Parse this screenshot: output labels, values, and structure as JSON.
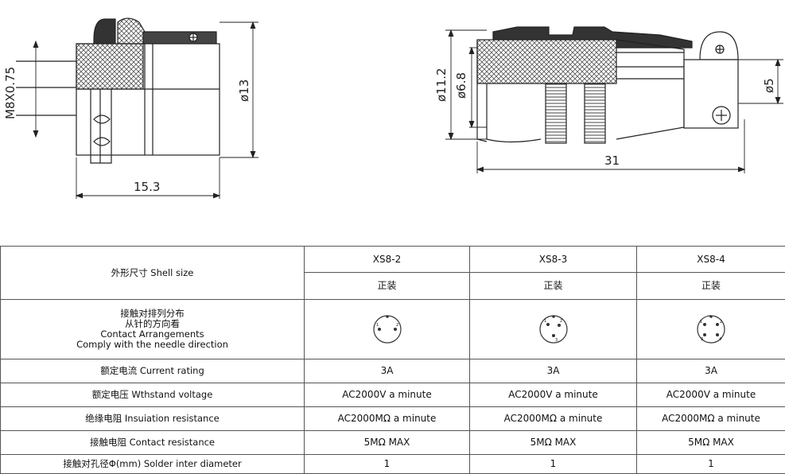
{
  "drawing_left": {
    "thread_label": "M8X0.75",
    "diameter_label": "ø13",
    "length_label": "15.3"
  },
  "drawing_right": {
    "outer_diameter_label": "ø11.2",
    "inner_diameter_label": "ø6.8",
    "cable_diameter_label": "ø5",
    "length_label": "31"
  },
  "table": {
    "shell_size_label": "外形尺寸 Shell size",
    "models": [
      "XS8-2",
      "XS8-3",
      "XS8-4"
    ],
    "mounting": [
      "正装",
      "正装",
      "正装"
    ],
    "arrangement_label_lines": [
      "接触对排列分布",
      "从针的方向看",
      "Contact Arrangements",
      "Comply with the needle direction"
    ],
    "arrangements": [
      {
        "pins": [
          "1",
          "2"
        ]
      },
      {
        "pins": [
          "1",
          "2",
          "3"
        ]
      },
      {
        "pins": [
          "1",
          "2",
          "3",
          "4"
        ]
      }
    ],
    "rows": [
      {
        "label": "额定电流  Current rating",
        "values": [
          "3A",
          "3A",
          "3A"
        ]
      },
      {
        "label": "额定电压  Wthstand voltage",
        "values": [
          "AC2000V a minute",
          "AC2000V a minute",
          "AC2000V a minute"
        ]
      },
      {
        "label": "绝缘电阻  Insuiation resistance",
        "values": [
          "AC2000MΩ  a minute",
          "AC2000MΩ  a minute",
          "AC2000MΩ  a minute"
        ]
      },
      {
        "label": "接触电阻  Contact resistance",
        "values": [
          "5MΩ  MAX",
          "5MΩ  MAX",
          "5MΩ  MAX"
        ]
      },
      {
        "label": "接触对孔径Φ(mm)   Solder inter diameter",
        "values": [
          "1",
          "1",
          "1"
        ]
      }
    ]
  }
}
